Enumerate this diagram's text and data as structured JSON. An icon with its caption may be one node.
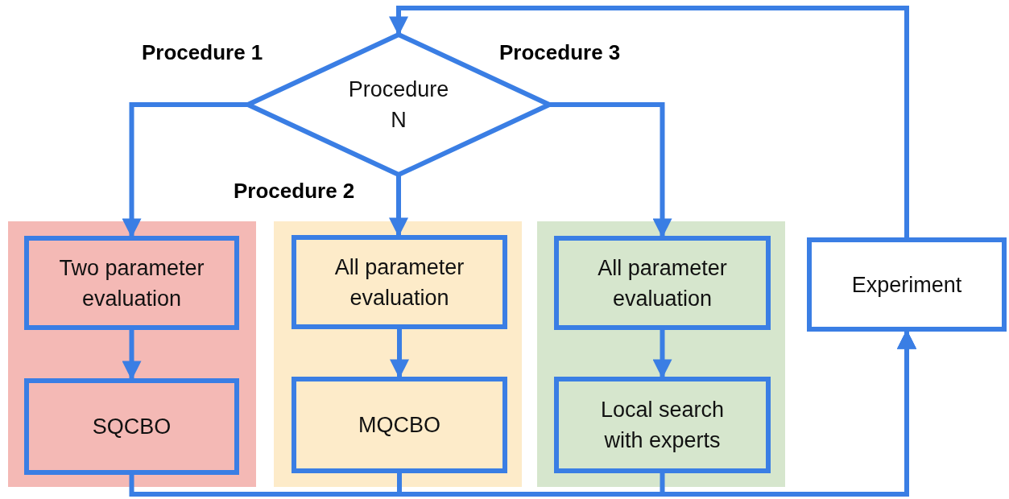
{
  "diagram": {
    "nodes": [
      {
        "text": [
          "Procedure N"
        ]
      },
      {
        "text": [],
        "shape": "box"
      },
      {
        "text": [
          "Two parameter evaluation"
        ],
        "in": 1
      },
      {
        "text": [
          "SQCBO"
        ],
        "in": 1
      },
      {
        "text": [],
        "shape": "box"
      },
      {
        "text": [
          "All parameter evaluation"
        ],
        "in": 4
      },
      {
        "text": [
          "MQCBO"
        ],
        "in": 4
      },
      {
        "text": [],
        "shape": "box"
      },
      {
        "text": [
          "All parameter evaluation"
        ],
        "in": 7
      },
      {
        "text": [
          "Local search with experts"
        ],
        "in": 7
      },
      {
        "text": [
          "Experiment"
        ]
      }
    ],
    "edges": [
      {
        "from": 0,
        "to": 2,
        "arrow": "to",
        "label": "Procedure 1"
      },
      {
        "from": 0,
        "to": 5,
        "arrow": "to",
        "label": "Procedure 2"
      },
      {
        "from": 0,
        "to": 8,
        "arrow": "to",
        "label": "Procedure 3"
      },
      {
        "from": 2,
        "to": 3,
        "arrow": "to"
      },
      {
        "from": 5,
        "to": 6,
        "arrow": "to"
      },
      {
        "from": 8,
        "to": 9,
        "arrow": "to"
      },
      {
        "from": 3,
        "to": 10,
        "arrow": "to"
      },
      {
        "from": 6,
        "to": 10,
        "arrow": "to"
      },
      {
        "from": 9,
        "to": 10,
        "arrow": "to"
      },
      {
        "from": 10,
        "to": 0,
        "arrow": "to"
      }
    ]
  }
}
